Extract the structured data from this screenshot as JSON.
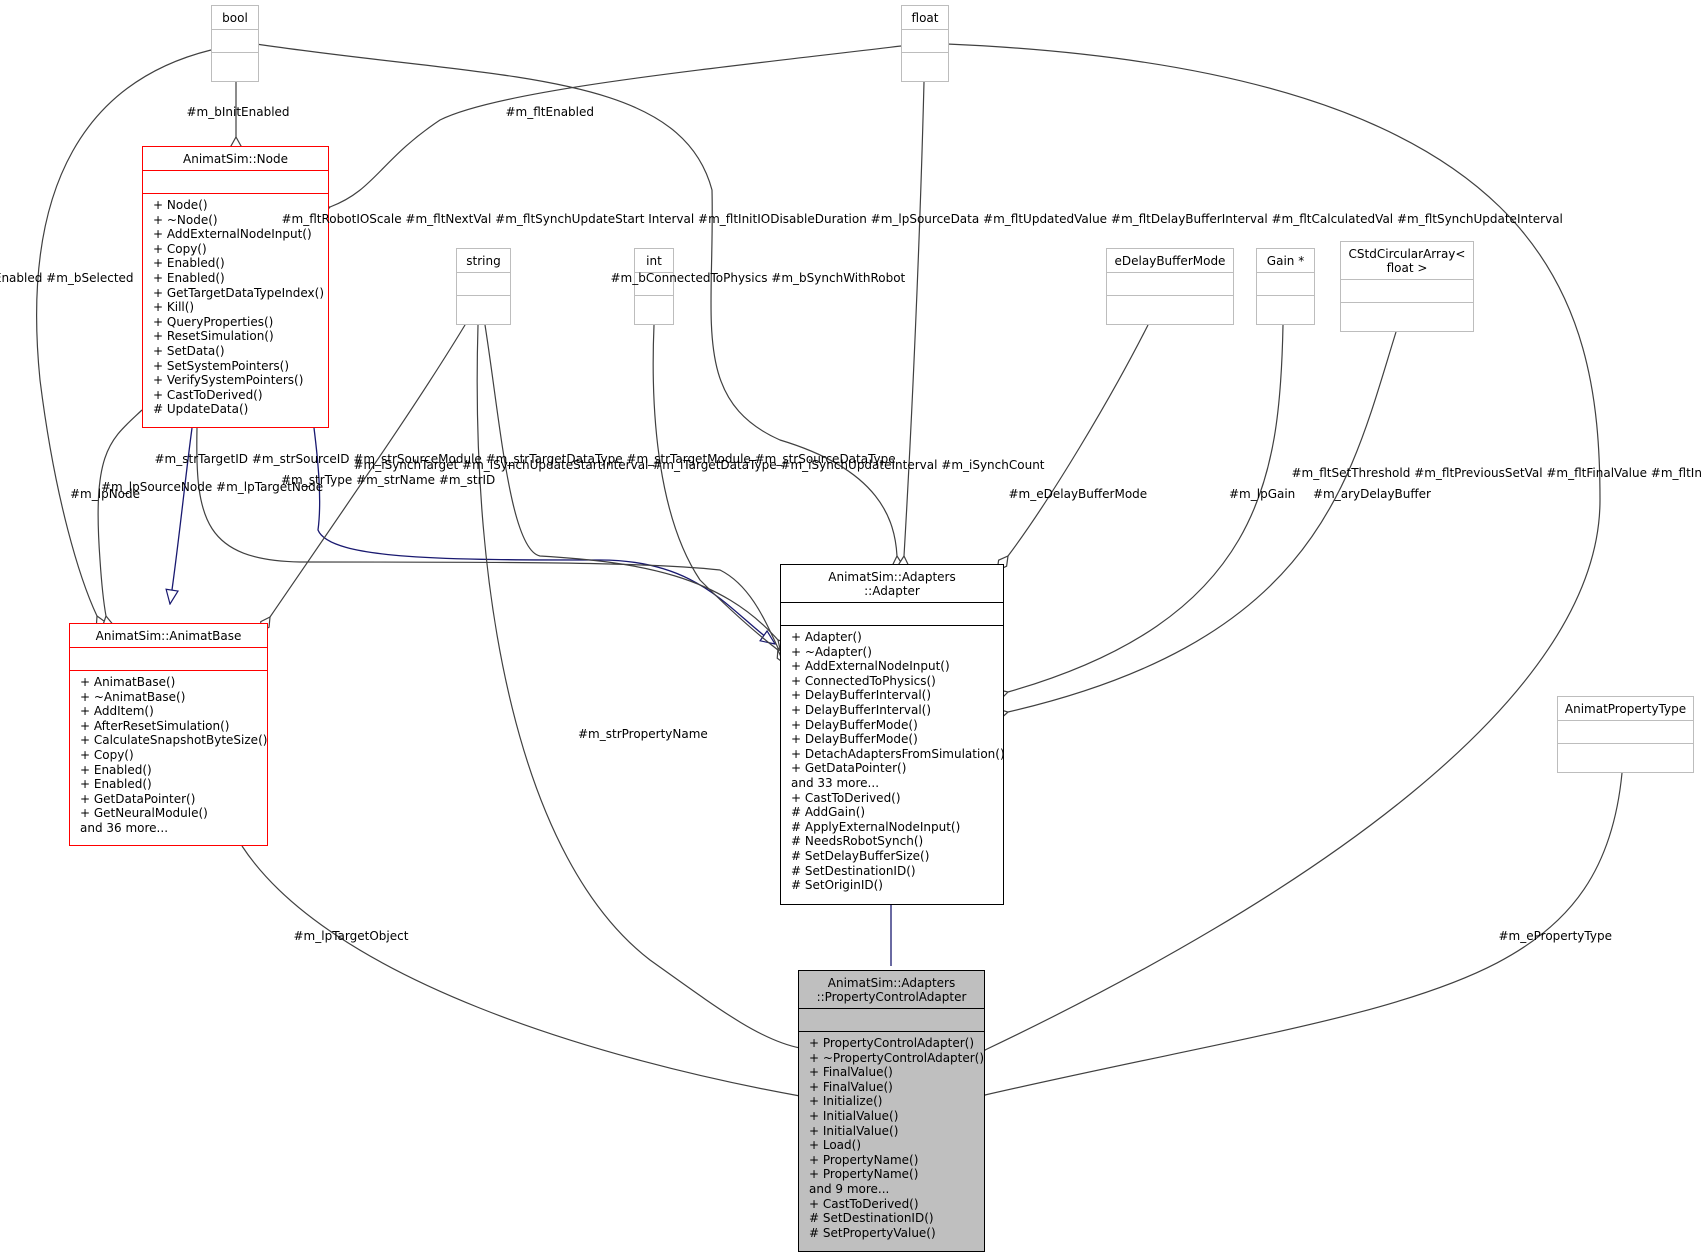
{
  "classes": {
    "bool": {
      "title": "bool"
    },
    "float": {
      "title": "float"
    },
    "string": {
      "title": "string"
    },
    "int": {
      "title": "int"
    },
    "edelay": {
      "title": "eDelayBufferMode"
    },
    "gain": {
      "title": "Gain *"
    },
    "cstd": {
      "title": "CStdCircularArray<\nfloat >"
    },
    "animatproptype": {
      "title": "AnimatPropertyType"
    },
    "node": {
      "title": "AnimatSim::Node",
      "ops": [
        "+ Node()",
        "+ ~Node()",
        "+ AddExternalNodeInput()",
        "+ Copy()",
        "+ Enabled()",
        "+ Enabled()",
        "+ GetTargetDataTypeIndex()",
        "+ Kill()",
        "+ QueryProperties()",
        "+ ResetSimulation()",
        "+ SetData()",
        "+ SetSystemPointers()",
        "+ VerifySystemPointers()",
        "+ CastToDerived()",
        "# UpdateData()"
      ]
    },
    "animatbase": {
      "title": "AnimatSim::AnimatBase",
      "ops": [
        "+ AnimatBase()",
        "+ ~AnimatBase()",
        "+ AddItem()",
        "+ AfterResetSimulation()",
        "+ CalculateSnapshotByteSize()",
        "+ Copy()",
        "+ Enabled()",
        "+ Enabled()",
        "+ GetDataPointer()",
        "+ GetNeuralModule()",
        "and 36 more..."
      ]
    },
    "adapter": {
      "title": "AnimatSim::Adapters\n::Adapter",
      "ops": [
        "+ Adapter()",
        "+ ~Adapter()",
        "+ AddExternalNodeInput()",
        "+ ConnectedToPhysics()",
        "+ DelayBufferInterval()",
        "+ DelayBufferInterval()",
        "+ DelayBufferMode()",
        "+ DelayBufferMode()",
        "+ DetachAdaptersFromSimulation()",
        "+ GetDataPointer()",
        "and 33 more...",
        "+ CastToDerived()",
        "# AddGain()",
        "# ApplyExternalNodeInput()",
        "# NeedsRobotSynch()",
        "# SetDelayBufferSize()",
        "# SetDestinationID()",
        "# SetOriginID()"
      ]
    },
    "propctrl": {
      "title": "AnimatSim::Adapters\n::PropertyControlAdapter",
      "ops": [
        "+ PropertyControlAdapter()",
        "+ ~PropertyControlAdapter()",
        "+ FinalValue()",
        "+ FinalValue()",
        "+ Initialize()",
        "+ InitialValue()",
        "+ InitialValue()",
        "+ Load()",
        "+ PropertyName()",
        "+ PropertyName()",
        "and 9 more...",
        "+ CastToDerived()",
        "# SetDestinationID()",
        "# SetPropertyValue()"
      ]
    }
  },
  "labels": {
    "binit": "#m_bInitEnabled",
    "fltenabled": "#m_fltEnabled",
    "benabled": "#m_bEnabled\n#m_bSelected",
    "lpnode": "#m_lpNode",
    "lpsrcnode": "#m_lpSourceNode\n#m_lpTargetNode",
    "strtype": "#m_strType\n#m_strName\n#m_strID",
    "strtarget": "#m_strTargetID\n#m_strSourceID\n#m_strSourceModule\n#m_strTargetDataType\n#m_strTargetModule\n#m_strSourceDataType",
    "isynch": "#m_iSynchTarget\n#m_iSynchUpdateStartInterval\n#m_iTargetDataType\n#m_iSynchUpdateInterval\n#m_iSynchCount",
    "bconnected": "#m_bConnectedToPhysics\n#m_bSynchWithRobot",
    "fltrobot": "#m_fltRobotIOScale\n#m_fltNextVal\n#m_fltSynchUpdateStart\nInterval\n#m_fltInitIODisableDuration\n#m_lpSourceData\n#m_fltUpdatedValue\n#m_fltDelayBufferInterval\n#m_fltCalculatedVal\n#m_fltSynchUpdateInterval",
    "edelaymode": "#m_eDelayBufferMode",
    "lpgain": "#m_lpGain",
    "arydelay": "#m_aryDelayBuffer",
    "fltset": "#m_fltSetThreshold\n#m_fltPreviousSetVal\n#m_fltFinalValue\n#m_fltInitialValue",
    "strprop": "#m_strPropertyName",
    "lptarget": "#m_lpTargetObject",
    "eprop": "#m_ePropertyType"
  },
  "colors": {
    "inheritance": "#191970",
    "association": "#404040",
    "template_border": "#bdbdbd",
    "undocumented_border": "#ff0000",
    "focus_fill": "#bfbfbf"
  }
}
